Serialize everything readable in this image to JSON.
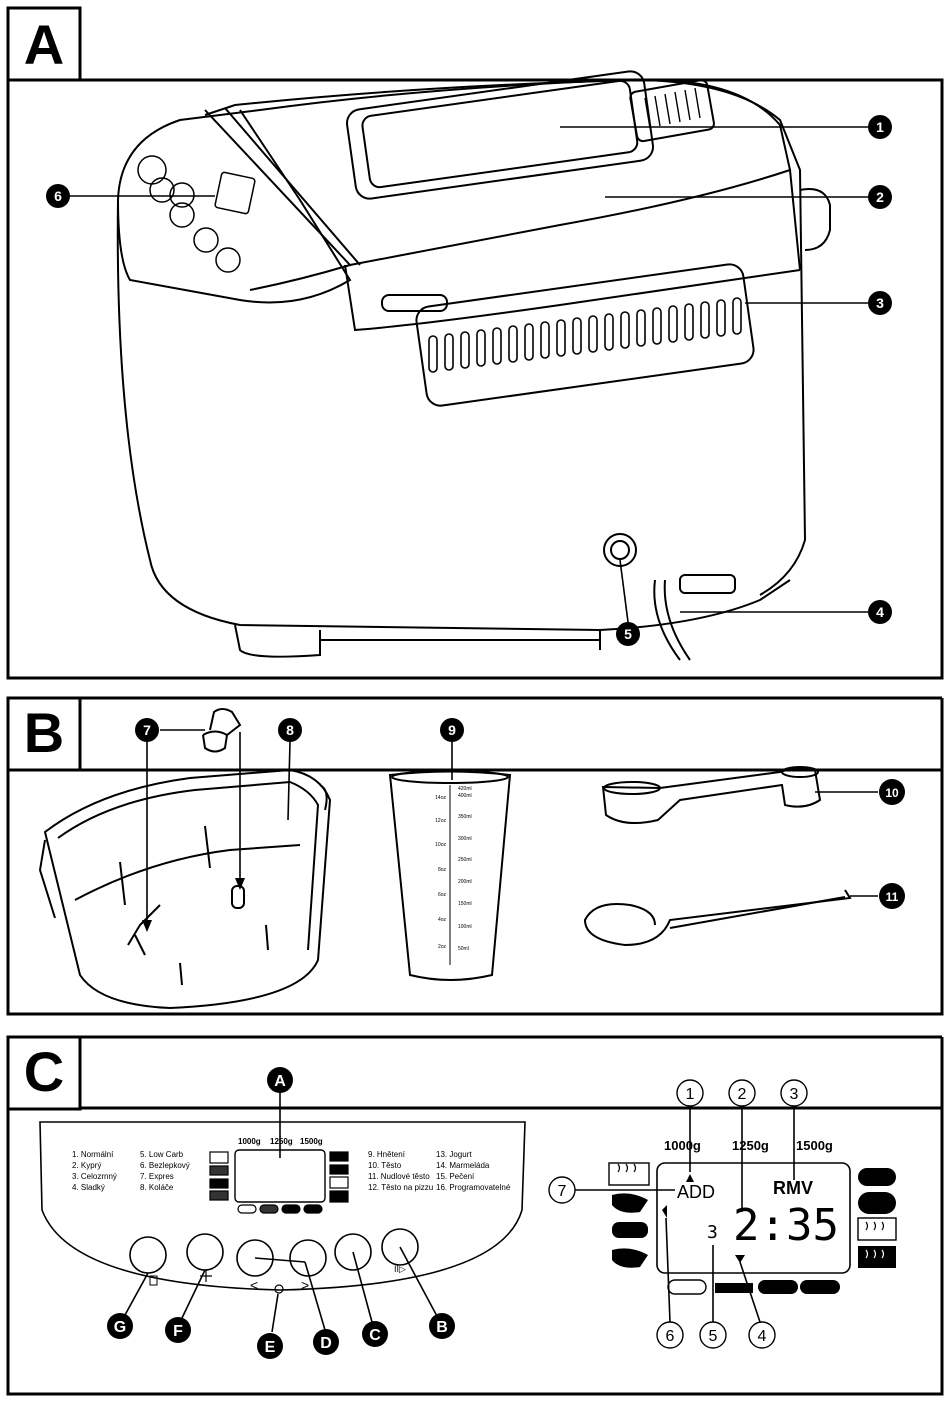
{
  "panels": [
    {
      "letter": "A"
    },
    {
      "letter": "B"
    },
    {
      "letter": "C"
    }
  ],
  "callouts_a": [
    "1",
    "2",
    "3",
    "4",
    "5",
    "6"
  ],
  "callouts_b": [
    "7",
    "8",
    "9",
    "10",
    "11"
  ],
  "callouts_c_letters": [
    "A",
    "B",
    "C",
    "D",
    "E",
    "F",
    "G"
  ],
  "callouts_c_numbers": [
    "1",
    "2",
    "3",
    "4",
    "5",
    "6",
    "7"
  ],
  "control_panel": {
    "weights": [
      "1000g",
      "1250g",
      "1500g"
    ],
    "programs": [
      "1.  Normální",
      "2.  Kyprý",
      "3.  Celozrnný",
      "4.  Sladký",
      "5.  Low Carb",
      "6.  Bezlepkový",
      "7.  Expres",
      "8.  Koláče",
      "9.  Hnětení",
      "10. Těsto",
      "11. Nudlové těsto",
      "12. Těsto na pizzu",
      "13. Jogurt",
      "14. Marmeláda",
      "15. Pečení",
      "16. Programovatelné"
    ]
  },
  "lcd": {
    "weights": [
      "1000g",
      "1250g",
      "1500g"
    ],
    "add": "ADD",
    "rmv": "RMV",
    "time": "2:35",
    "program_digit": "3"
  },
  "cup_scale": {
    "ml": [
      "420ml",
      "400ml",
      "350ml",
      "300ml",
      "250ml",
      "200ml",
      "150ml",
      "100ml",
      "50ml"
    ],
    "oz": [
      "14oz",
      "12oz",
      "10oz",
      "8oz",
      "6oz",
      "4oz",
      "2oz"
    ]
  }
}
